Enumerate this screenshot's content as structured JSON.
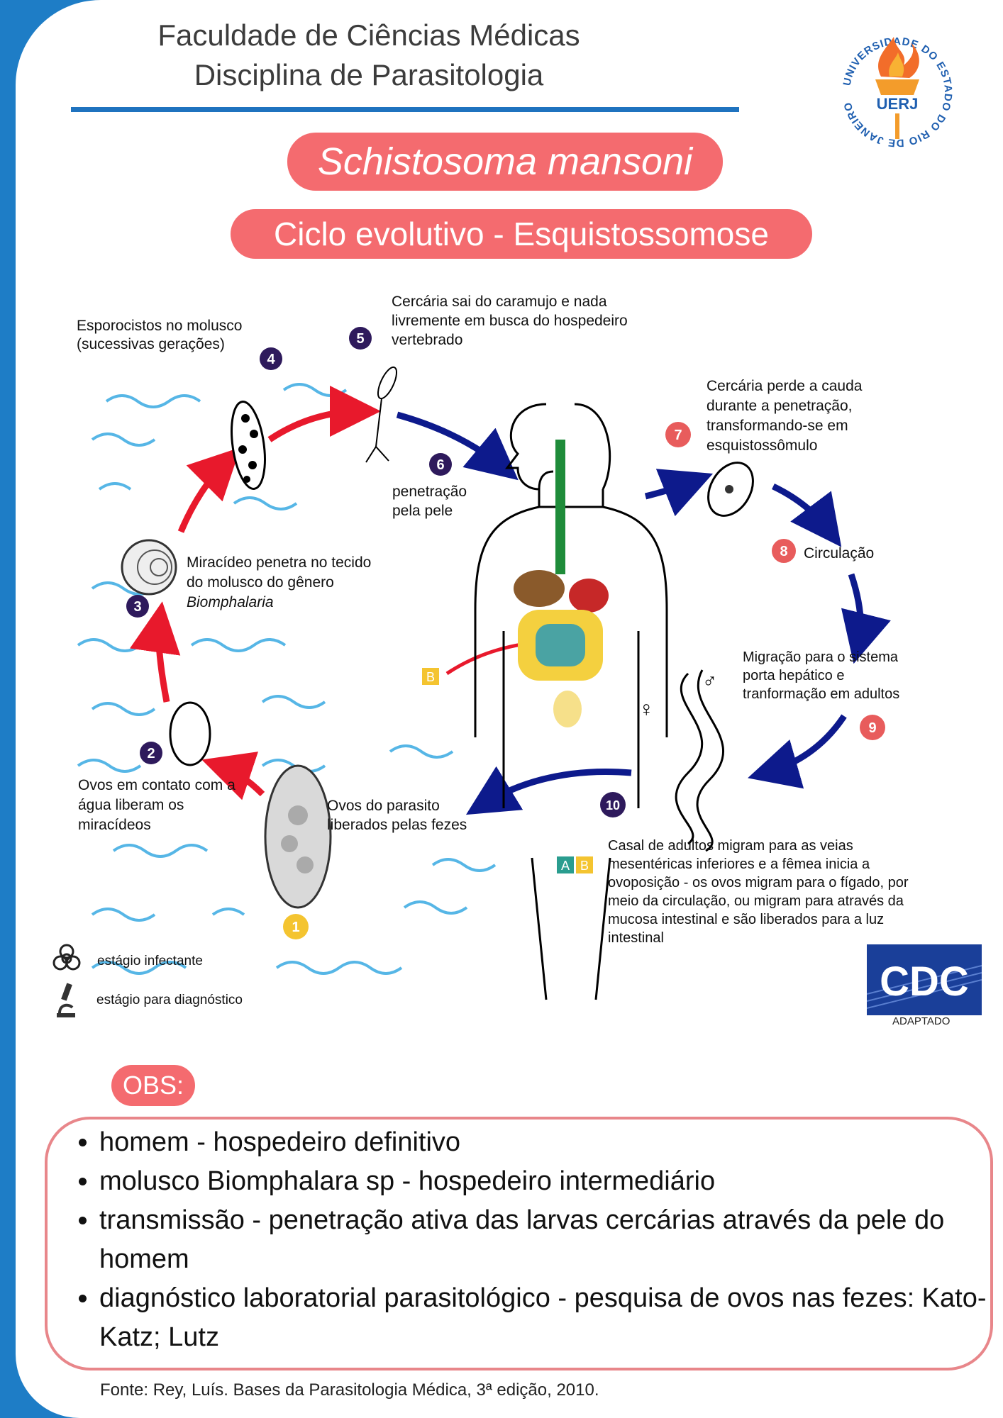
{
  "header": {
    "line1": "Faculdade de Ciências Médicas",
    "line2": "Disciplina de Parasitologia",
    "logo_text": "UERJ",
    "logo_ring_text": "UNIVERSIDADE DO ESTADO DO RIO DE JANEIRO"
  },
  "titles": {
    "species": "Schistosoma mansoni",
    "subtitle": "Ciclo evolutivo  - Esquistossomose"
  },
  "diagram": {
    "steps": [
      {
        "num": "1",
        "color": "#f4c430",
        "text": ""
      },
      {
        "num": "2",
        "color": "#2e1a5c",
        "text": "Ovos em contato com a água liberam os miracídeos"
      },
      {
        "num": "3",
        "color": "#2e1a5c",
        "text": "Miracídeo penetra no tecido do molusco do gênero Biomphalaria"
      },
      {
        "num": "4",
        "color": "#2e1a5c",
        "text": "Esporocistos no molusco (sucessivas gerações)"
      },
      {
        "num": "5",
        "color": "#2e1a5c",
        "text": "Cercária sai do caramujo e nada livremente em busca do hospedeiro vertebrado"
      },
      {
        "num": "6",
        "color": "#2e1a5c",
        "text": "penetração pela pele"
      },
      {
        "num": "7",
        "color": "#e85c5c",
        "text": "Cercária perde a cauda durante a penetração, transformando-se em esquistossômulo"
      },
      {
        "num": "8",
        "color": "#e85c5c",
        "text": "Circulação"
      },
      {
        "num": "9",
        "color": "#e85c5c",
        "text": "Migração para o sistema porta hepático e tranformação em adultos"
      },
      {
        "num": "10",
        "color": "#2e1a5c",
        "text": "Casal de adultos migram para as veias mesentéricas inferiores e a fêmea inicia a ovoposição - os ovos migram para o fígado, por meio da circulação, ou migram para através da mucosa intestinal e são liberados para a luz intestinal"
      }
    ],
    "eggs_label": "Ovos do parasito liberados pelas fezes",
    "label_a": "A",
    "label_b": "B",
    "biomphalaria": "Biomphalaria",
    "female_symbol": "♀",
    "male_symbol": "♂"
  },
  "legend": {
    "infective": "estágio infectante",
    "diagnostic": "estágio para diagnóstico"
  },
  "credit": {
    "logo": "CDC",
    "note": "ADAPTADO"
  },
  "obs": {
    "label": "OBS:",
    "items": [
      "homem - hospedeiro definitivo",
      "molusco Biomphalara sp - hospedeiro intermediário",
      "transmissão - penetração ativa das larvas cercárias através da pele do homem",
      "diagnóstico laboratorial parasitológico - pesquisa de ovos nas fezes: Kato-Katz; Lutz"
    ]
  },
  "source": "Fonte: Rey, Luís. Bases da Parasitologia Médica, 3ª edição, 2010.",
  "colors": {
    "frame": "#1e7dc6",
    "pill": "#f46b6f",
    "rule": "#1f73bf",
    "arrow_red": "#e8192c",
    "arrow_blue": "#0d1a8c",
    "wave": "#56b6e6",
    "obs_border": "#e8868a"
  }
}
